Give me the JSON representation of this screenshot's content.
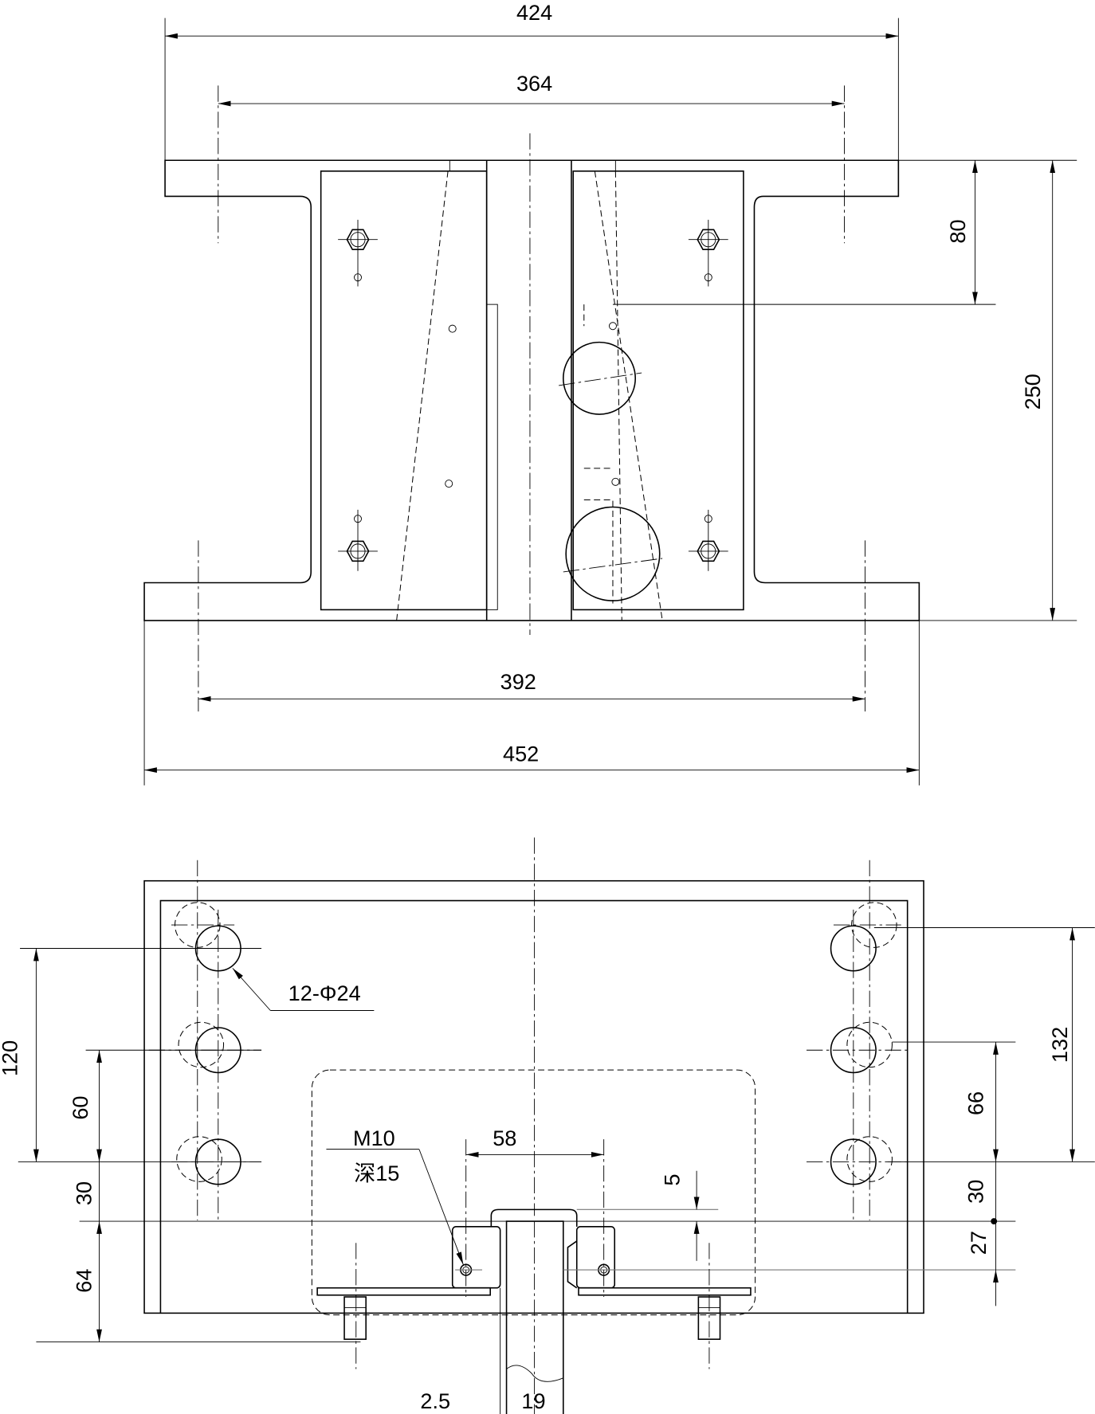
{
  "title": "Mechanical drawing: top and plan views",
  "colors": {
    "line": "#000000",
    "background": "#ffffff"
  },
  "top_view": {
    "dims": {
      "top_overall": "424",
      "top_holes": "364",
      "height_to_pivot": "80",
      "overall_height": "250",
      "base_holes": "392",
      "base_overall": "452"
    }
  },
  "plan_view": {
    "hole_callout": "12-Φ24",
    "thread_callout": "M10",
    "thread_depth": "深15",
    "dims": {
      "left_span": "120",
      "left_upper": "60",
      "left_mid": "30",
      "left_lower": "64",
      "right_span": "132",
      "right_upper": "66",
      "right_mid": "30",
      "right_lower": "27",
      "hole_spacing": "58",
      "offset": "5",
      "gap": "2.5",
      "rail_width": "19"
    }
  }
}
